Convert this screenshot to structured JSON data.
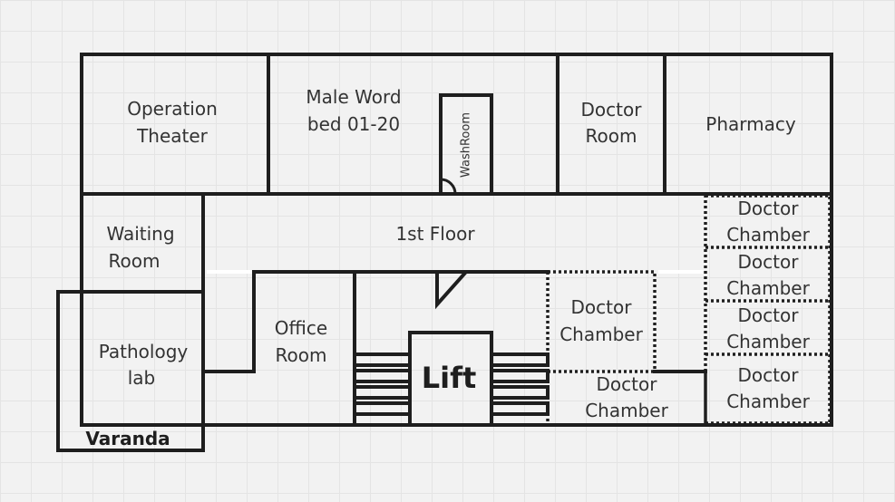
{
  "rooms": {
    "operation_theater": [
      "Operation",
      "Theater"
    ],
    "male_ward": [
      "Male Word",
      "bed 01-20"
    ],
    "washroom": "WashRoom",
    "doctor_room": [
      "Doctor",
      "Room"
    ],
    "pharmacy": "Pharmacy",
    "waiting_room": [
      "Waiting",
      "Room"
    ],
    "floor_label": "1st Floor",
    "pathology_lab": [
      "Pathology",
      "lab"
    ],
    "varanda": "Varanda",
    "office_room": [
      "Office",
      "Room"
    ],
    "lift": "Lift",
    "doctor_chamber_center": [
      "Doctor",
      "Chamber"
    ],
    "doctor_chamber_bottom": [
      "Doctor",
      "Chamber"
    ],
    "doctor_chamber_right_1": [
      "Doctor",
      "Chamber"
    ],
    "doctor_chamber_right_2": [
      "Doctor",
      "Chamber"
    ],
    "doctor_chamber_right_3": [
      "Doctor",
      "Chamber"
    ],
    "doctor_chamber_right_4": [
      "Doctor",
      "Chamber"
    ]
  }
}
